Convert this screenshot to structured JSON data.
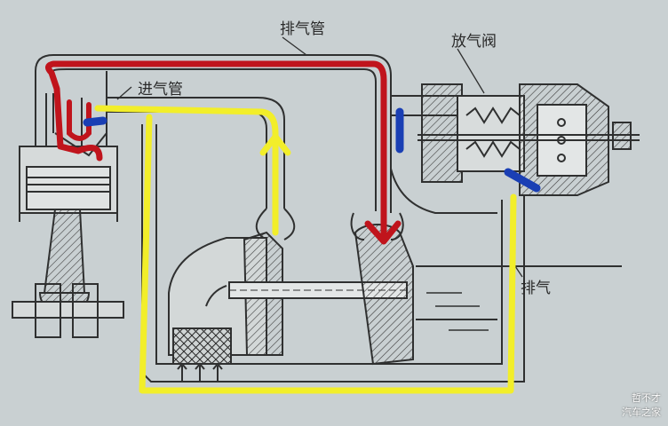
{
  "labels": {
    "exhaust_pipe": "排气管",
    "intake_pipe": "进气管",
    "wastegate_valve": "放气阀",
    "exhaust_out": "排气"
  },
  "watermark": {
    "line1": "哲不才",
    "line2": "汽车之家"
  },
  "colors": {
    "paper": "#c9d0d2",
    "line": "#2f3030",
    "exhaust_flow": "#c0141c",
    "intake_flow": "#f2ee2a",
    "seal_marks": "#1a3fb4"
  }
}
